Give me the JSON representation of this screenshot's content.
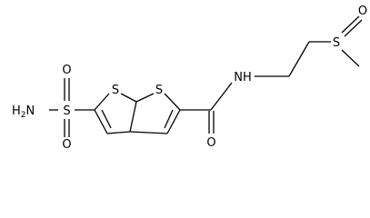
{
  "molecule": {
    "atoms": {
      "nh2": "H2N",
      "s_sulfonamide": "S",
      "o_top": "O",
      "o_bottom": "O",
      "s_ring_left": "S",
      "s_ring_right": "S",
      "nh": "NH",
      "o_carbonyl": "O",
      "s_sulfoxide": "S",
      "o_sulfoxide": "O"
    }
  }
}
